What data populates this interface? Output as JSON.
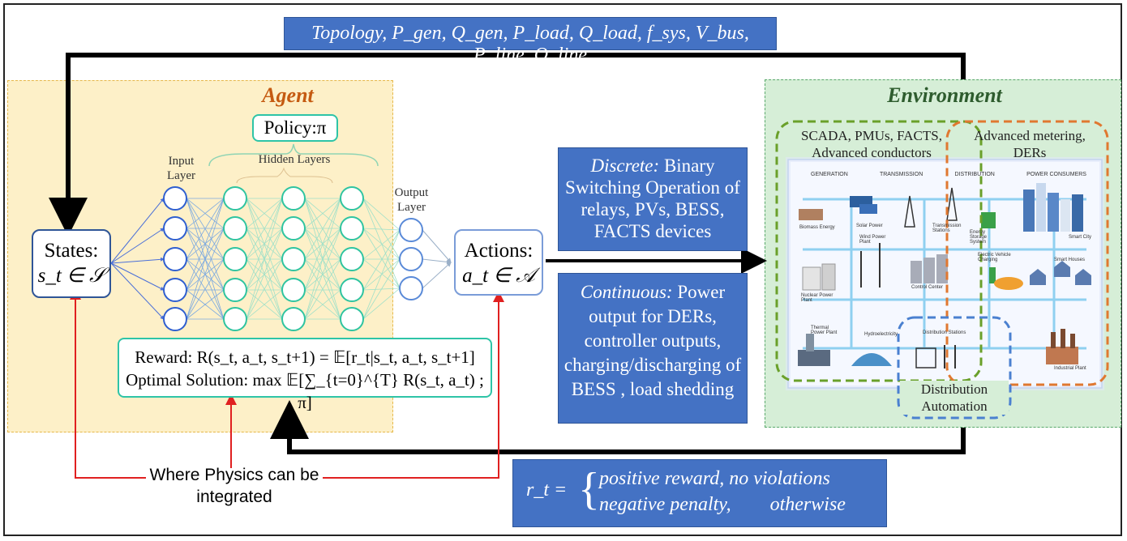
{
  "top_box": {
    "label": "Topology, P_gen, Q_gen, P_load, Q_load, f_sys, V_bus, P_line, Q_line"
  },
  "agent": {
    "title": "Agent",
    "policy": "Policy:π",
    "hidden_layers": "Hidden Layers",
    "input_layer": "Input Layer",
    "output_layer": "Output Layer",
    "states_title": "States:",
    "states_math": "s_t ∈ 𝒮",
    "actions_title": "Actions:",
    "actions_math": "a_t ∈ 𝒜",
    "reward_line": "Reward: R(s_t, a_t, s_t+1) = 𝔼[r_t|s_t, a_t, s_t+1]",
    "optimal_line": "Optimal Solution: max 𝔼[∑_{t=0}^{T} R(s_t, a_t) ; π]"
  },
  "discrete_box": {
    "label": "Discrete:",
    "text": " Binary Switching Operation of relays, PVs, BESS, FACTS devices"
  },
  "continuous_box": {
    "label": "Continuous:",
    "text": " Power output for DERs, controller outputs, charging/discharging of BESS , load shedding"
  },
  "environment": {
    "title": "Environment",
    "group1": "SCADA, PMUs, FACTS, Advanced conductors",
    "group2": "Advanced metering, DERs",
    "group3": "Distribution Automation",
    "grid_headers": [
      "GENERATION",
      "TRANSMISSION",
      "DISTRIBUTION",
      "POWER CONSUMERS"
    ],
    "grid_items": [
      "Biomass Energy",
      "Solar Power",
      "Transmission Stations",
      "Energy Storage System",
      "Smart City",
      "Wind Power Plant",
      "Electric Vehicle Charging",
      "Smart Houses",
      "Nuclear Power Plant",
      "Control Center",
      "Thermal Power Plant",
      "Hydroelectricity",
      "Distribution Stations",
      "Industrial Plant"
    ]
  },
  "reward_box": {
    "lhs": "r_t =",
    "case1": "positive reward, no violations",
    "case2": "negative penalty,        otherwise"
  },
  "physics_note": "Where Physics can be integrated",
  "colors": {
    "agent_bg": "#fdf0c8",
    "env_bg": "#d6eed7",
    "blue_box": "#4472c4",
    "teal": "#2ec4a7",
    "red_arrow": "#e02020",
    "agent_title": "#c55a11",
    "env_title": "#2e5c2e"
  }
}
